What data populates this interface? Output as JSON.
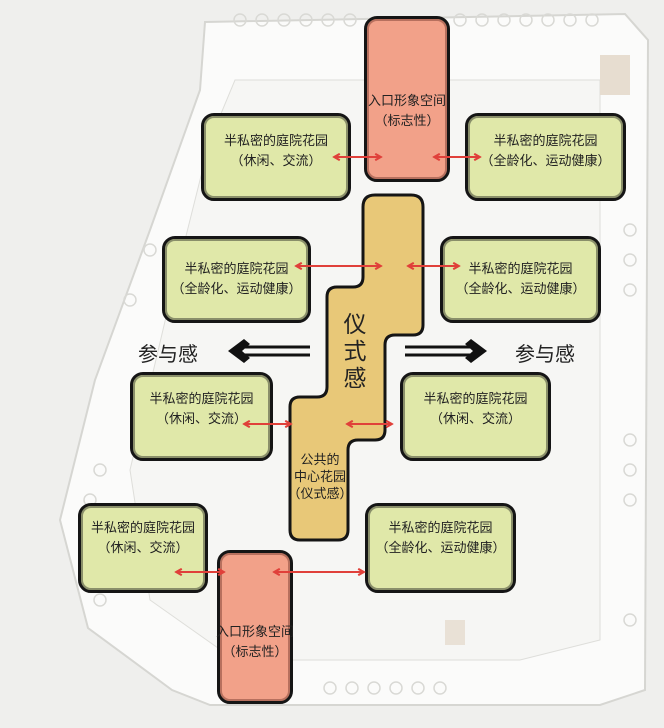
{
  "entrance_top": {
    "line1": "入口形象空间",
    "line2": "（标志性）"
  },
  "entrance_bottom": {
    "line1": "入口形象空间",
    "line2": "（标志性）"
  },
  "gardens": [
    {
      "line1": "半私密的庭院花园",
      "line2": "（休闲、交流）"
    },
    {
      "line1": "半私密的庭院花园",
      "line2": "（全龄化、运动健康）"
    },
    {
      "line1": "半私密的庭院花园",
      "line2": "（全龄化、运动健康）"
    },
    {
      "line1": "半私密的庭院花园",
      "line2": "（全龄化、运动健康）"
    },
    {
      "line1": "半私密的庭院花园",
      "line2": "（休闲、交流）"
    },
    {
      "line1": "半私密的庭院花园",
      "line2": "（休闲、交流）"
    },
    {
      "line1": "半私密的庭院花园",
      "line2": "（休闲、交流）"
    },
    {
      "line1": "半私密的庭院花园",
      "line2": "（全龄化、运动健康）"
    }
  ],
  "central": {
    "big_label": [
      "仪",
      "式",
      "感"
    ],
    "line1": "公共的",
    "line2": "中心花园",
    "line3": "（仪式感）"
  },
  "participation_left": "参与感",
  "participation_right": "参与感",
  "colors": {
    "garden": "#e0e8a9",
    "entrance": "#f2a189",
    "central": "#e8c878",
    "arrow": "#e0403a",
    "outline": "#151515"
  }
}
